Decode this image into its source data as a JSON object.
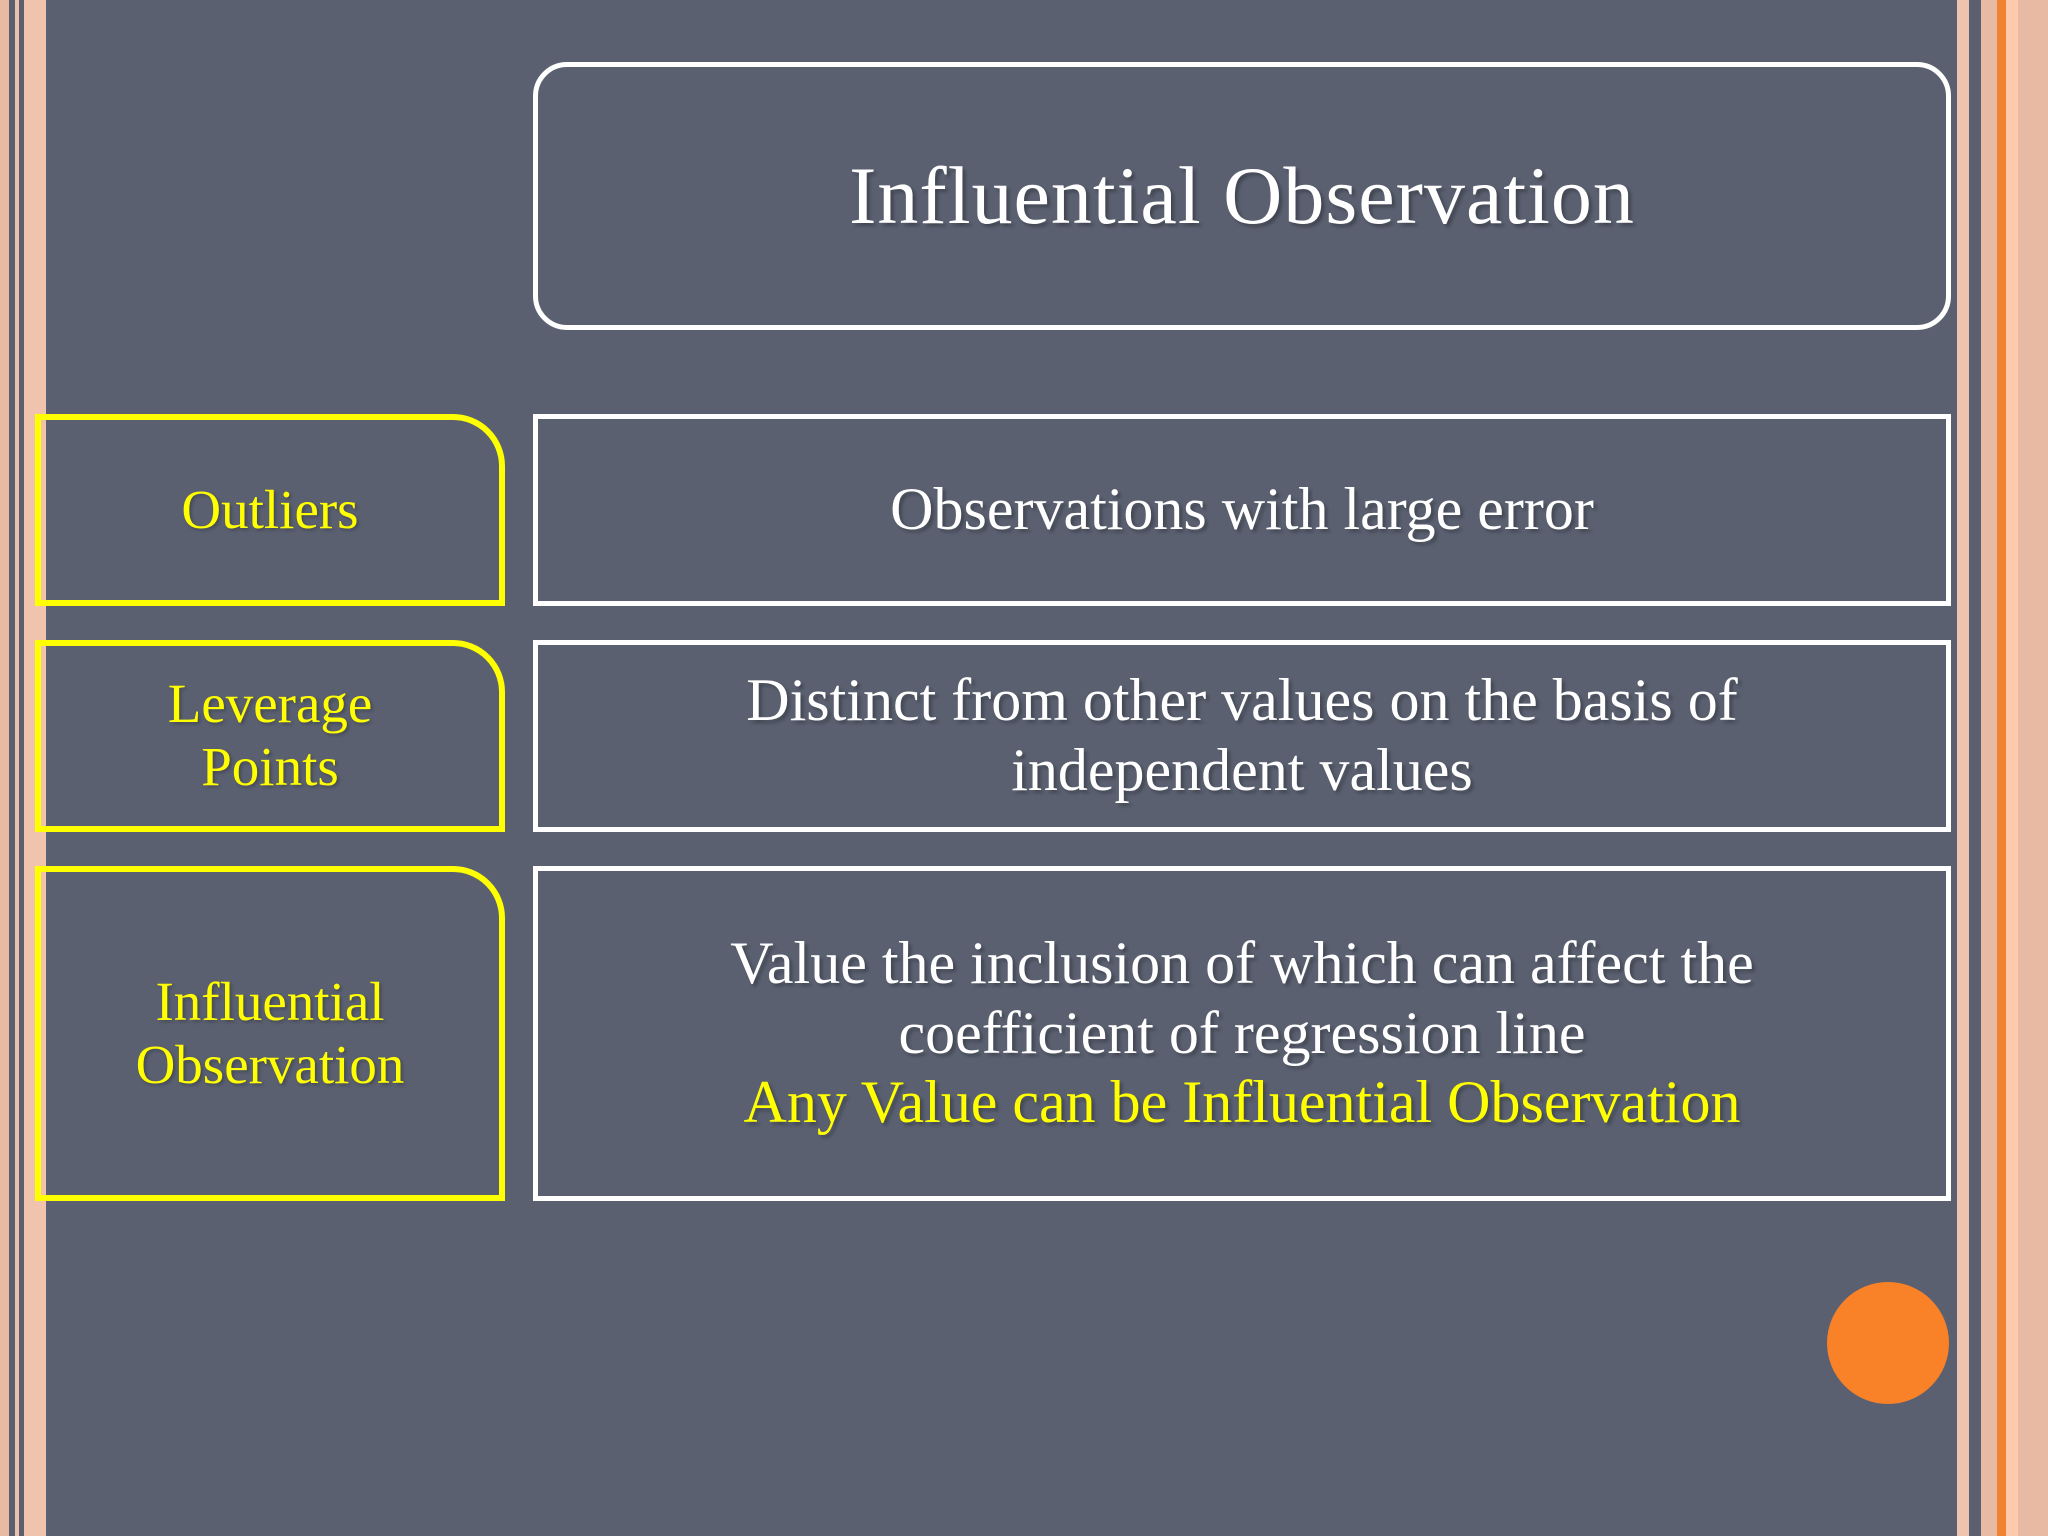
{
  "slide": {
    "title": "Influential Observation",
    "background_color": "#5a6070",
    "accent_color": "#ffff00",
    "text_color": "#ffffff",
    "dot_color": "#f98128",
    "edge_stripe_colors": [
      "#e8b9a3",
      "#f0c3ae",
      "#ffc9ad",
      "#f08232"
    ]
  },
  "rows": [
    {
      "label": "Outliers",
      "lines": [
        {
          "text": "Observations with large error",
          "highlight": false
        }
      ]
    },
    {
      "label": "Leverage Points",
      "label_line_1": "Leverage",
      "label_line_2": "Points",
      "lines": [
        {
          "text": "Distinct from other values on the basis of",
          "highlight": false
        },
        {
          "text": "independent values",
          "highlight": false
        }
      ]
    },
    {
      "label": "Influential Observation",
      "label_line_1": "Influential",
      "label_line_2": "Observation",
      "lines": [
        {
          "text": "Value the inclusion of which can affect the",
          "highlight": false
        },
        {
          "text": "coefficient of regression line",
          "highlight": false
        },
        {
          "text": "Any Value can be Influential Observation",
          "highlight": true
        }
      ]
    }
  ]
}
